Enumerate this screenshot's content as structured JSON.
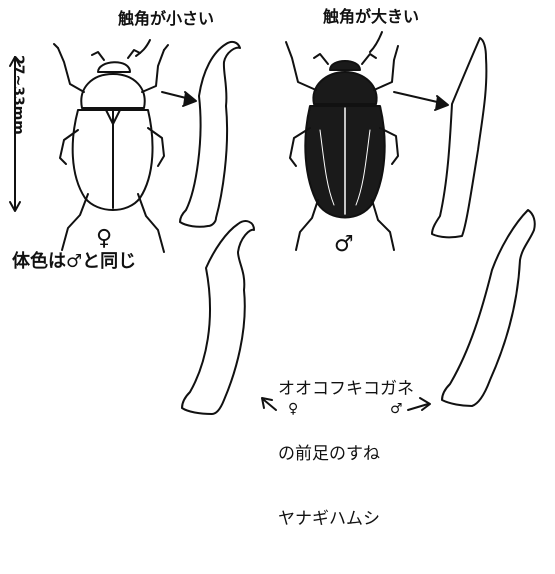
{
  "labels": {
    "antenna_small": "触角が小さい",
    "antenna_large": "触角が大きい",
    "body_size": "27~33mm",
    "body_color_note": "体色は♂と同じ",
    "female_symbol": "♀",
    "male_symbol": "♂"
  },
  "caption": {
    "line1": "オオコフキコガネ",
    "line2": "の前足のすね",
    "line3": "ヤナギハムシ"
  },
  "leg_labels": {
    "female": "♀",
    "male": "♂"
  },
  "colors": {
    "ink": "#111111",
    "paper": "#ffffff",
    "male_body": "#1a1a1a"
  }
}
